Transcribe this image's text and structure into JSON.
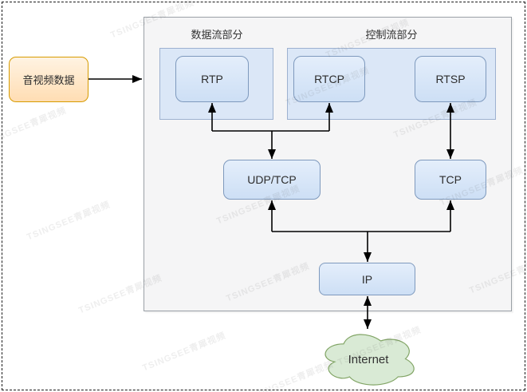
{
  "watermark": {
    "text": "TSINGSEE青犀视频"
  },
  "source": {
    "label": "音视频数据"
  },
  "sections": {
    "data_flow": "数据流部分",
    "control_flow": "控制流部分"
  },
  "nodes": {
    "rtp": "RTP",
    "rtcp": "RTCP",
    "rtsp": "RTSP",
    "udp_tcp": "UDP/TCP",
    "tcp": "TCP",
    "ip": "IP",
    "internet": "Internet"
  },
  "edges": [
    "音视频数据 → 协议栈面板",
    "RTP ↔ UDP/TCP",
    "RTCP ↔ UDP/TCP",
    "RTSP ↔ TCP",
    "UDP/TCP ↔ IP",
    "TCP ↔ IP",
    "IP ↔ Internet"
  ],
  "colors": {
    "node_fill": "#d7e6f9",
    "node_border": "#7e99bd",
    "container_fill": "#dbe7f7",
    "source_fill": "#ffe6cc",
    "source_border": "#d79b00",
    "cloud_fill": "#d9ead5",
    "cloud_border": "#82a566",
    "panel_fill": "#f5f5f6",
    "edge_color": "#000000"
  }
}
